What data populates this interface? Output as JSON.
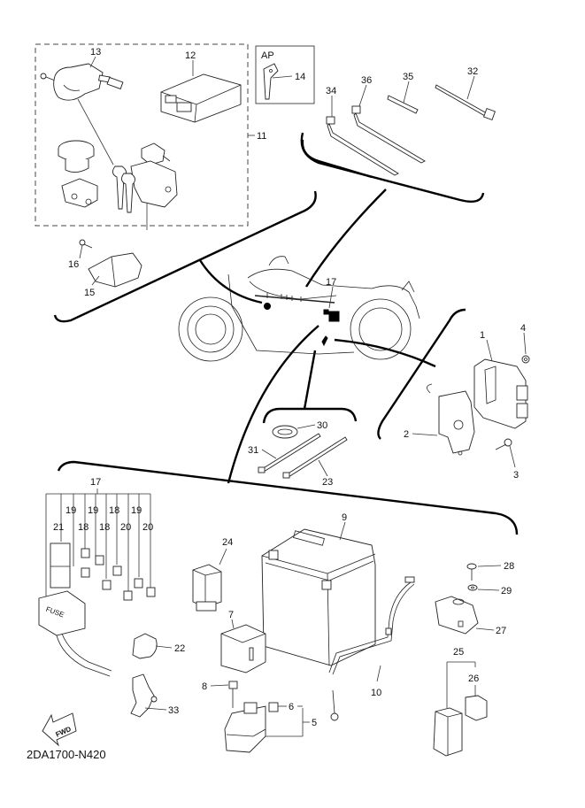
{
  "diagram": {
    "code": "2DA1700-N420",
    "forward_label": "FWD",
    "ap_box_label": "AP",
    "fuse_text": "FUSE",
    "callouts": {
      "c1": "1",
      "c2": "2",
      "c3": "3",
      "c4": "4",
      "c5": "5",
      "c6": "6",
      "c7": "7",
      "c8": "8",
      "c9": "9",
      "c10": "10",
      "c11": "11",
      "c12": "12",
      "c13": "13",
      "c14": "14",
      "c15": "15",
      "c16": "16",
      "c17_bike": "17",
      "c17_group": "17",
      "c18a": "18",
      "c18b": "18",
      "c18c": "18",
      "c19a": "19",
      "c19b": "19",
      "c19c": "19",
      "c20a": "20",
      "c20b": "20",
      "c21": "21",
      "c22": "22",
      "c23": "23",
      "c24": "24",
      "c25": "25",
      "c26": "26",
      "c27": "27",
      "c28": "28",
      "c29": "29",
      "c30": "30",
      "c31": "31",
      "c32": "32",
      "c33": "33",
      "c34": "34",
      "c35": "35",
      "c36": "36"
    }
  }
}
